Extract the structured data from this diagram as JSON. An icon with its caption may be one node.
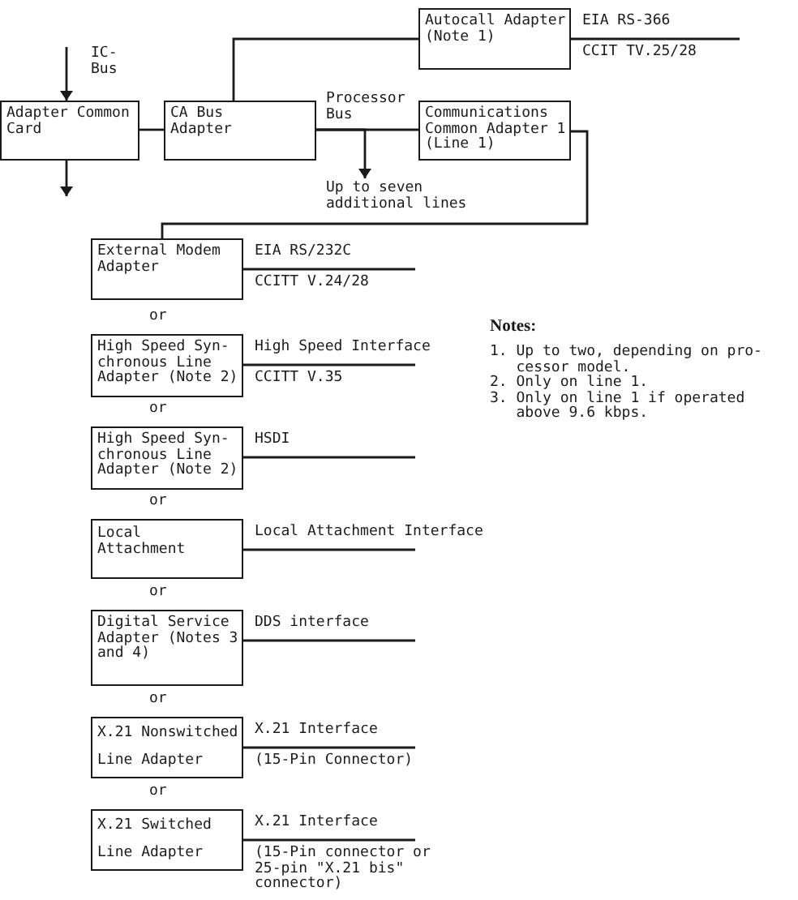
{
  "diagram": {
    "nodes": [
      {
        "text": [
          "Autocall Adapter (Note 1)"
        ],
        "beside": [
          "EIA RS-366",
          "CCIT TV.25/28"
        ]
      },
      {
        "text": [
          "Adapter Common Card"
        ]
      },
      {
        "text": [
          "CA Bus Adapter"
        ]
      },
      {
        "text": [
          "Communications Common Adapter 1 (Line 1)"
        ]
      },
      {
        "text": [
          "Up to seven additional lines"
        ]
      },
      {
        "text": [
          "External Modem Adapter"
        ],
        "beside": [
          "EIA RS/232C",
          "CCITT V.24/28"
        ]
      },
      {
        "text": [
          "High Speed Syn- chronous Line Adapter (Note 2)"
        ],
        "beside": [
          "High Speed Interface",
          "CCITT V.35"
        ]
      },
      {
        "text": [
          "High Speed Syn- chronous Line Adapter (Note 2)"
        ],
        "beside": [
          "HSDI"
        ]
      },
      {
        "text": [
          "Local Attachment"
        ],
        "beside": [
          "Local Attachment Interface"
        ]
      },
      {
        "text": [
          "Digital Service Adapter (Notes 3 and 4)"
        ],
        "beside": [
          "DDS interface"
        ]
      },
      {
        "text": [
          "X.21 Nonswitched Line Adapter"
        ],
        "beside": [
          "X.21 Interface",
          "(15-Pin Connector)"
        ]
      },
      {
        "text": [
          "X.21 Switched Line Adapter"
        ],
        "beside": [
          "X.21 Interface",
          "(15-Pin connector or 25-pin \"X.21 bis\" connector)"
        ]
      }
    ],
    "edges": [
      {
        "from": null,
        "to": 1,
        "arrow": "to",
        "label": "IC- Bus"
      },
      {
        "from": 1,
        "to": null,
        "arrow": "to"
      },
      {
        "from": 1,
        "to": 2,
        "arrow": "none"
      },
      {
        "from": 2,
        "to": 0,
        "arrow": "none"
      },
      {
        "from": 0,
        "to": null,
        "arrow": "none"
      },
      {
        "from": 2,
        "to": 3,
        "arrow": "none",
        "label": "Processor Bus"
      },
      {
        "from": 2,
        "to": 4,
        "arrow": "to"
      },
      {
        "from": 3,
        "to": 5,
        "arrow": "none"
      },
      {
        "from": 5,
        "to": null,
        "arrow": "none"
      },
      {
        "from": 6,
        "to": null,
        "arrow": "none"
      },
      {
        "from": 7,
        "to": null,
        "arrow": "none"
      },
      {
        "from": 8,
        "to": null,
        "arrow": "none"
      },
      {
        "from": 9,
        "to": null,
        "arrow": "none"
      },
      {
        "from": 10,
        "to": null,
        "arrow": "none"
      },
      {
        "from": 11,
        "to": null,
        "arrow": "none"
      }
    ],
    "labels": [
      "or",
      "Notes:",
      "1. Up to two, depending on pro- cessor model.",
      "2. Only on line 1.",
      "3. Only on line 1 if operated above 9.6 kbps.",
      "or",
      "or",
      "or",
      "or",
      "or"
    ]
  }
}
